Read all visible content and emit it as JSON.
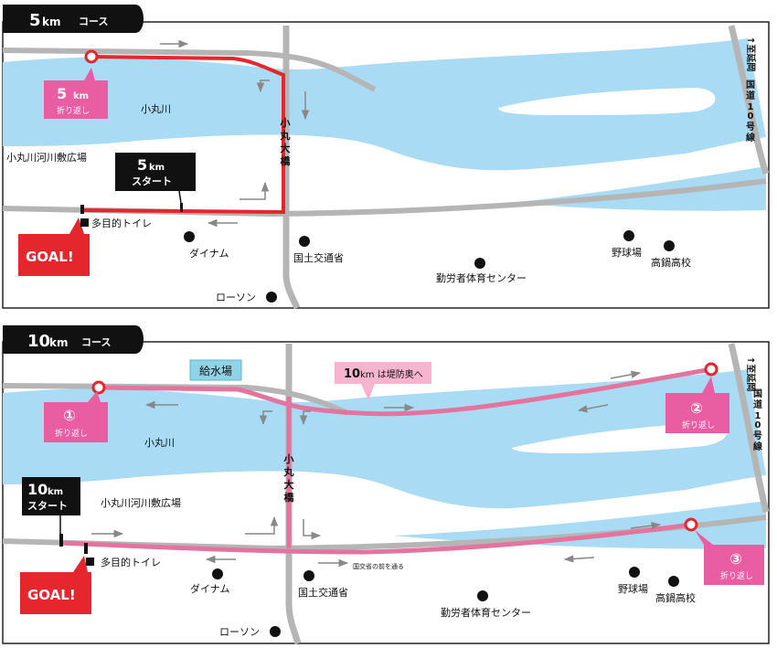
{
  "course5": {
    "title_num": "5",
    "title_unit": "km",
    "title_course": "コース",
    "river": "小丸川",
    "plaza": "小丸川河川敷広場",
    "bridge": [
      "小",
      "丸",
      "大",
      "橋"
    ],
    "turn_num": "5",
    "turn_unit": "km",
    "turn_sub": "折り返し",
    "start_num": "5",
    "start_unit": "km",
    "start_sub": "スタート",
    "goal": "GOAL!",
    "toilet": "多目的トイレ",
    "dynam": "ダイナム",
    "mlit": "国土交通省",
    "lawson": "ローソン",
    "gym": "勤労者体育センター",
    "baseball": "野球場",
    "school": "高鍋高校",
    "route10a": "↑至延岡",
    "route10b": [
      "国",
      "道",
      "1",
      "0",
      "号",
      "線"
    ]
  },
  "course10": {
    "title_num": "10",
    "title_unit": "km",
    "title_course": "コース",
    "river": "小丸川",
    "plaza": "小丸川河川敷広場",
    "bridge": [
      "小",
      "丸",
      "大",
      "橋"
    ],
    "water": "給水場",
    "levee_num": "10",
    "levee_text": "km は堤防奥へ",
    "mlit_front": "国交省の前を通る",
    "turn1_num": "①",
    "turn2_num": "②",
    "turn3_num": "③",
    "turn_sub": "折り返し",
    "start_num": "10",
    "start_unit": "km",
    "start_sub": "スタート",
    "goal": "GOAL!",
    "toilet": "多目的トイレ",
    "dynam": "ダイナム",
    "mlit": "国土交通省",
    "lawson": "ローソン",
    "gym": "勤労者体育センター",
    "baseball": "野球場",
    "school": "高鍋高校",
    "route10a": "↑至延岡",
    "route10b": [
      "国",
      "道",
      "1",
      "0",
      "号",
      "線"
    ]
  },
  "colors": {
    "river": "#a9dcf4",
    "road": "#b5b5b5",
    "route5": "#e5262c",
    "route10": "#e4749f",
    "pink_box": "#e95ea3",
    "goal_red": "#e5262c",
    "water_box": "#8fd3e8",
    "levee_box": "#f6b4cf"
  }
}
